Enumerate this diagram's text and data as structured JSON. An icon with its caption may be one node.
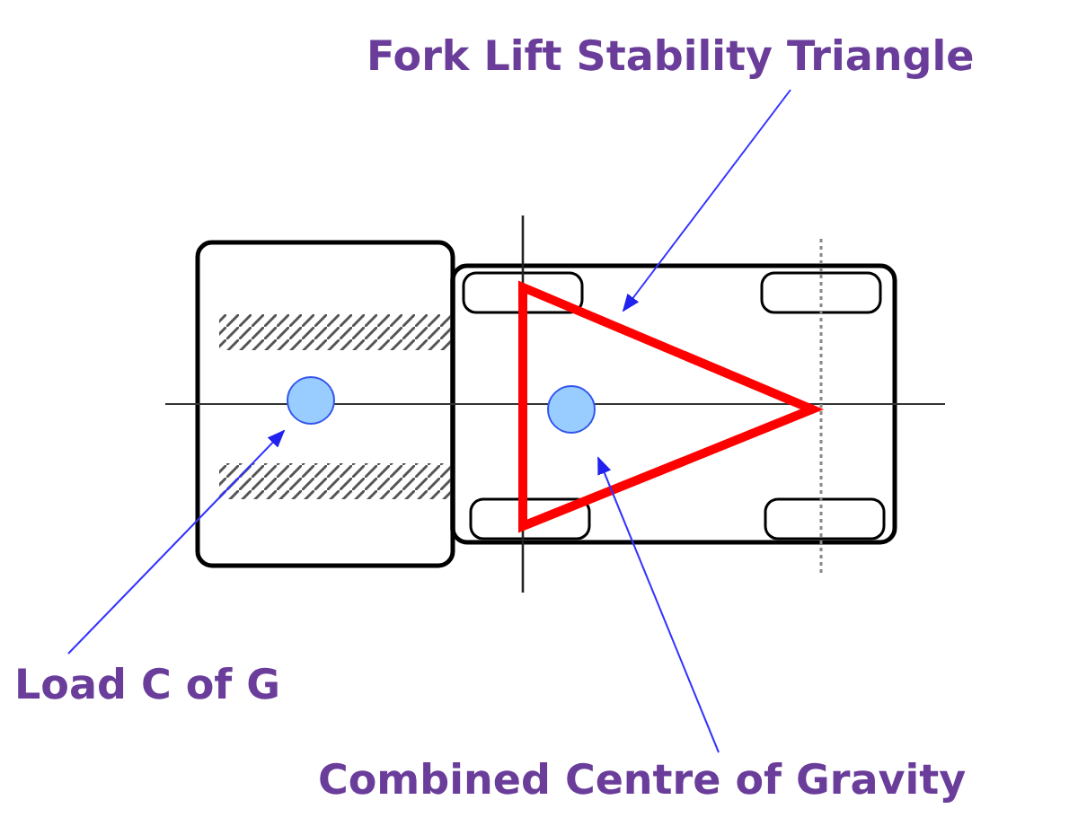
{
  "diagram": {
    "nodes": [
      {
        "text": [
          "Fork Lift Stability Triangle"
        ]
      },
      {
        "text": [],
        "shape": "triangle"
      },
      {
        "text": [],
        "shape": "circle"
      },
      {
        "text": [],
        "shape": "circle",
        "in": 1
      },
      {
        "text": [
          "Load C of G"
        ]
      },
      {
        "text": [
          "Combined Centre of Gravity"
        ]
      }
    ],
    "edges": [
      {
        "from": 0,
        "to": 1,
        "arrow": "to"
      },
      {
        "from": 4,
        "to": 2,
        "arrow": "to"
      },
      {
        "from": 5,
        "to": 3,
        "arrow": "to"
      }
    ]
  }
}
